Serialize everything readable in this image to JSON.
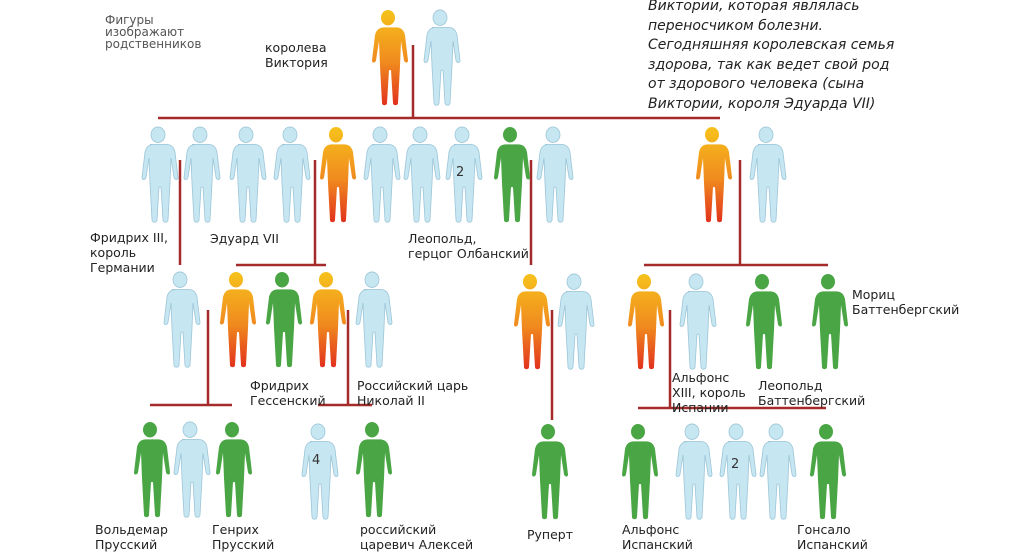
{
  "legend": "Фигуры\nизображают\nродственников",
  "note": "Виктории, которая являлась\nпереносчиком болезни.\nСегодняшняя королевская семья\nздорова, так как ведет свой род\nот здорового человека (сына\nВиктории, короля Эдуарда VII)",
  "colors": {
    "line": "#a52a2a",
    "healthy": "#c6e6f2",
    "hemophiliac": "#4aa645",
    "carrier_top": "#f6c21c",
    "carrier_bottom": "#e2311d"
  },
  "labels": {
    "victoria": "королева\nВиктория",
    "friedrich3": "Фридрих III,\nкороль\nГермании",
    "edward7": "Эдуард VII",
    "leopold": "Леопольд,\nгерцог Олбанский",
    "moritz": "Мориц\nБаттенбергский",
    "friedrich_hesse": "Фридрих\nГессенский",
    "nicholas2": "Российский царь\nНиколай II",
    "alfonso13": "Альфонс\nXIII, король\nИспании",
    "leopold_batt": "Леопольд\nБаттенбергский",
    "waldemar": "Вольдемар\nПрусский",
    "heinrich": "Генрих\nПрусский",
    "alexei": "российский\nцаревич Алексей",
    "rupert": "Руперт",
    "alfonso": "Альфонс\nИспанский",
    "gonzalo": "Гонсало\nИспанский"
  },
  "figure_numbers": {
    "a": "2",
    "b": "4",
    "c": "2"
  }
}
